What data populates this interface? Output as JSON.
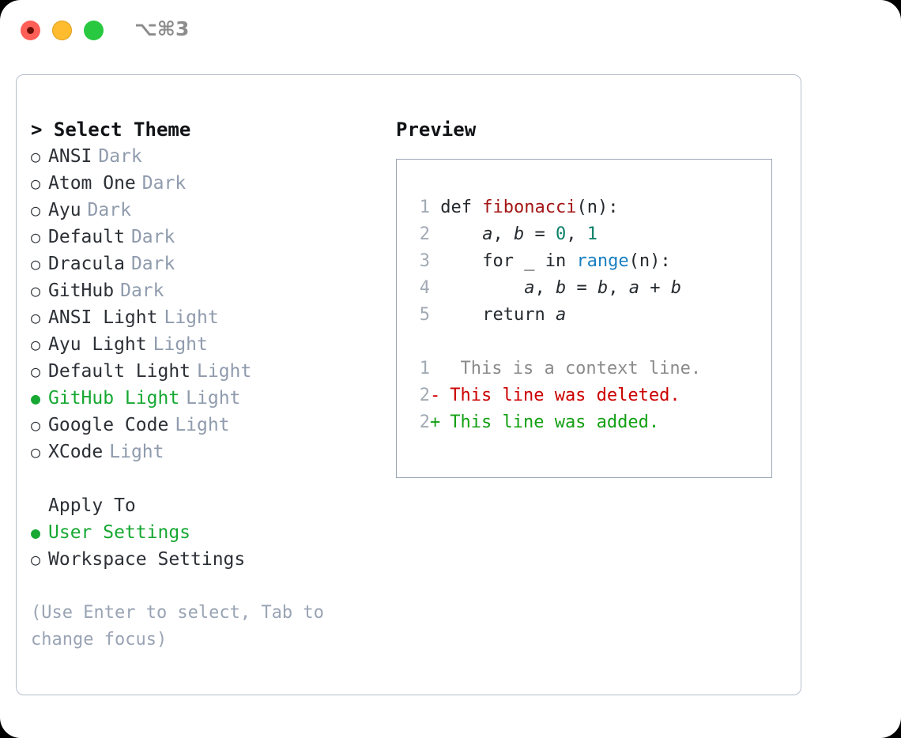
{
  "titlebar": {
    "shortcut": "⌥⌘3",
    "lights": [
      {
        "name": "close",
        "color": "#ff5f57"
      },
      {
        "name": "minimize",
        "color": "#febc2e"
      },
      {
        "name": "zoom",
        "color": "#28c840"
      }
    ]
  },
  "colors": {
    "accent_green": "#16a832",
    "muted": "#8f9bad",
    "hint": "#9aa4b5",
    "text": "#2c3036",
    "border": "#b6bfcc",
    "preview_border": "#9aa6b6",
    "diff_add": "#14a014",
    "diff_del": "#cc0000",
    "diff_ctx": "#8b8b8b"
  },
  "left": {
    "heading": "> Select Theme",
    "themes": [
      {
        "marker": "○",
        "name": "ANSI",
        "kind": "Dark",
        "selected": false
      },
      {
        "marker": "○",
        "name": "Atom One",
        "kind": "Dark",
        "selected": false
      },
      {
        "marker": "○",
        "name": "Ayu",
        "kind": "Dark",
        "selected": false
      },
      {
        "marker": "○",
        "name": "Default",
        "kind": "Dark",
        "selected": false
      },
      {
        "marker": "○",
        "name": "Dracula",
        "kind": "Dark",
        "selected": false
      },
      {
        "marker": "○",
        "name": "GitHub",
        "kind": "Dark",
        "selected": false
      },
      {
        "marker": "○",
        "name": "ANSI Light",
        "kind": "Light",
        "selected": false
      },
      {
        "marker": "○",
        "name": "Ayu Light",
        "kind": "Light",
        "selected": false
      },
      {
        "marker": "○",
        "name": "Default Light",
        "kind": "Light",
        "selected": false
      },
      {
        "marker": "●",
        "name": "GitHub Light",
        "kind": "Light",
        "selected": true
      },
      {
        "marker": "○",
        "name": "Google Code",
        "kind": "Light",
        "selected": false
      },
      {
        "marker": "○",
        "name": "XCode",
        "kind": "Light",
        "selected": false
      }
    ],
    "apply_to_label": "Apply To",
    "apply_to": [
      {
        "marker": "●",
        "name": "User Settings",
        "selected": true
      },
      {
        "marker": "○",
        "name": "Workspace Settings",
        "selected": false
      }
    ],
    "hint": "(Use Enter to select, Tab to change focus)"
  },
  "right": {
    "title": "Preview",
    "code_lines": [
      {
        "num": "1",
        "tokens": [
          {
            "text": " def ",
            "style": "plain"
          },
          {
            "text": "fibonacci",
            "style": "fn"
          },
          {
            "text": "(n):",
            "style": "plain"
          }
        ]
      },
      {
        "num": "2",
        "tokens": [
          {
            "text": "     ",
            "style": "plain"
          },
          {
            "text": "a",
            "style": "var"
          },
          {
            "text": ", ",
            "style": "plain"
          },
          {
            "text": "b",
            "style": "var"
          },
          {
            "text": " = ",
            "style": "plain"
          },
          {
            "text": "0",
            "style": "num"
          },
          {
            "text": ", ",
            "style": "plain"
          },
          {
            "text": "1",
            "style": "num"
          }
        ]
      },
      {
        "num": "3",
        "tokens": [
          {
            "text": "     for _ in ",
            "style": "plain"
          },
          {
            "text": "range",
            "style": "call"
          },
          {
            "text": "(n):",
            "style": "plain"
          }
        ]
      },
      {
        "num": "4",
        "tokens": [
          {
            "text": "         ",
            "style": "plain"
          },
          {
            "text": "a",
            "style": "var"
          },
          {
            "text": ", ",
            "style": "plain"
          },
          {
            "text": "b",
            "style": "var"
          },
          {
            "text": " = ",
            "style": "plain"
          },
          {
            "text": "b",
            "style": "var"
          },
          {
            "text": ", ",
            "style": "plain"
          },
          {
            "text": "a",
            "style": "var"
          },
          {
            "text": " + ",
            "style": "plain"
          },
          {
            "text": "b",
            "style": "var"
          }
        ]
      },
      {
        "num": "5",
        "tokens": [
          {
            "text": "     return ",
            "style": "plain"
          },
          {
            "text": "a",
            "style": "var"
          }
        ]
      }
    ],
    "diff_lines": [
      {
        "num": "1",
        "mark": " ",
        "text": "  This is a context line.",
        "kind": "context"
      },
      {
        "num": "2",
        "mark": "-",
        "text": " This line was deleted.",
        "kind": "deleted"
      },
      {
        "num": "2",
        "mark": "+",
        "text": " This line was added.",
        "kind": "added"
      }
    ]
  }
}
